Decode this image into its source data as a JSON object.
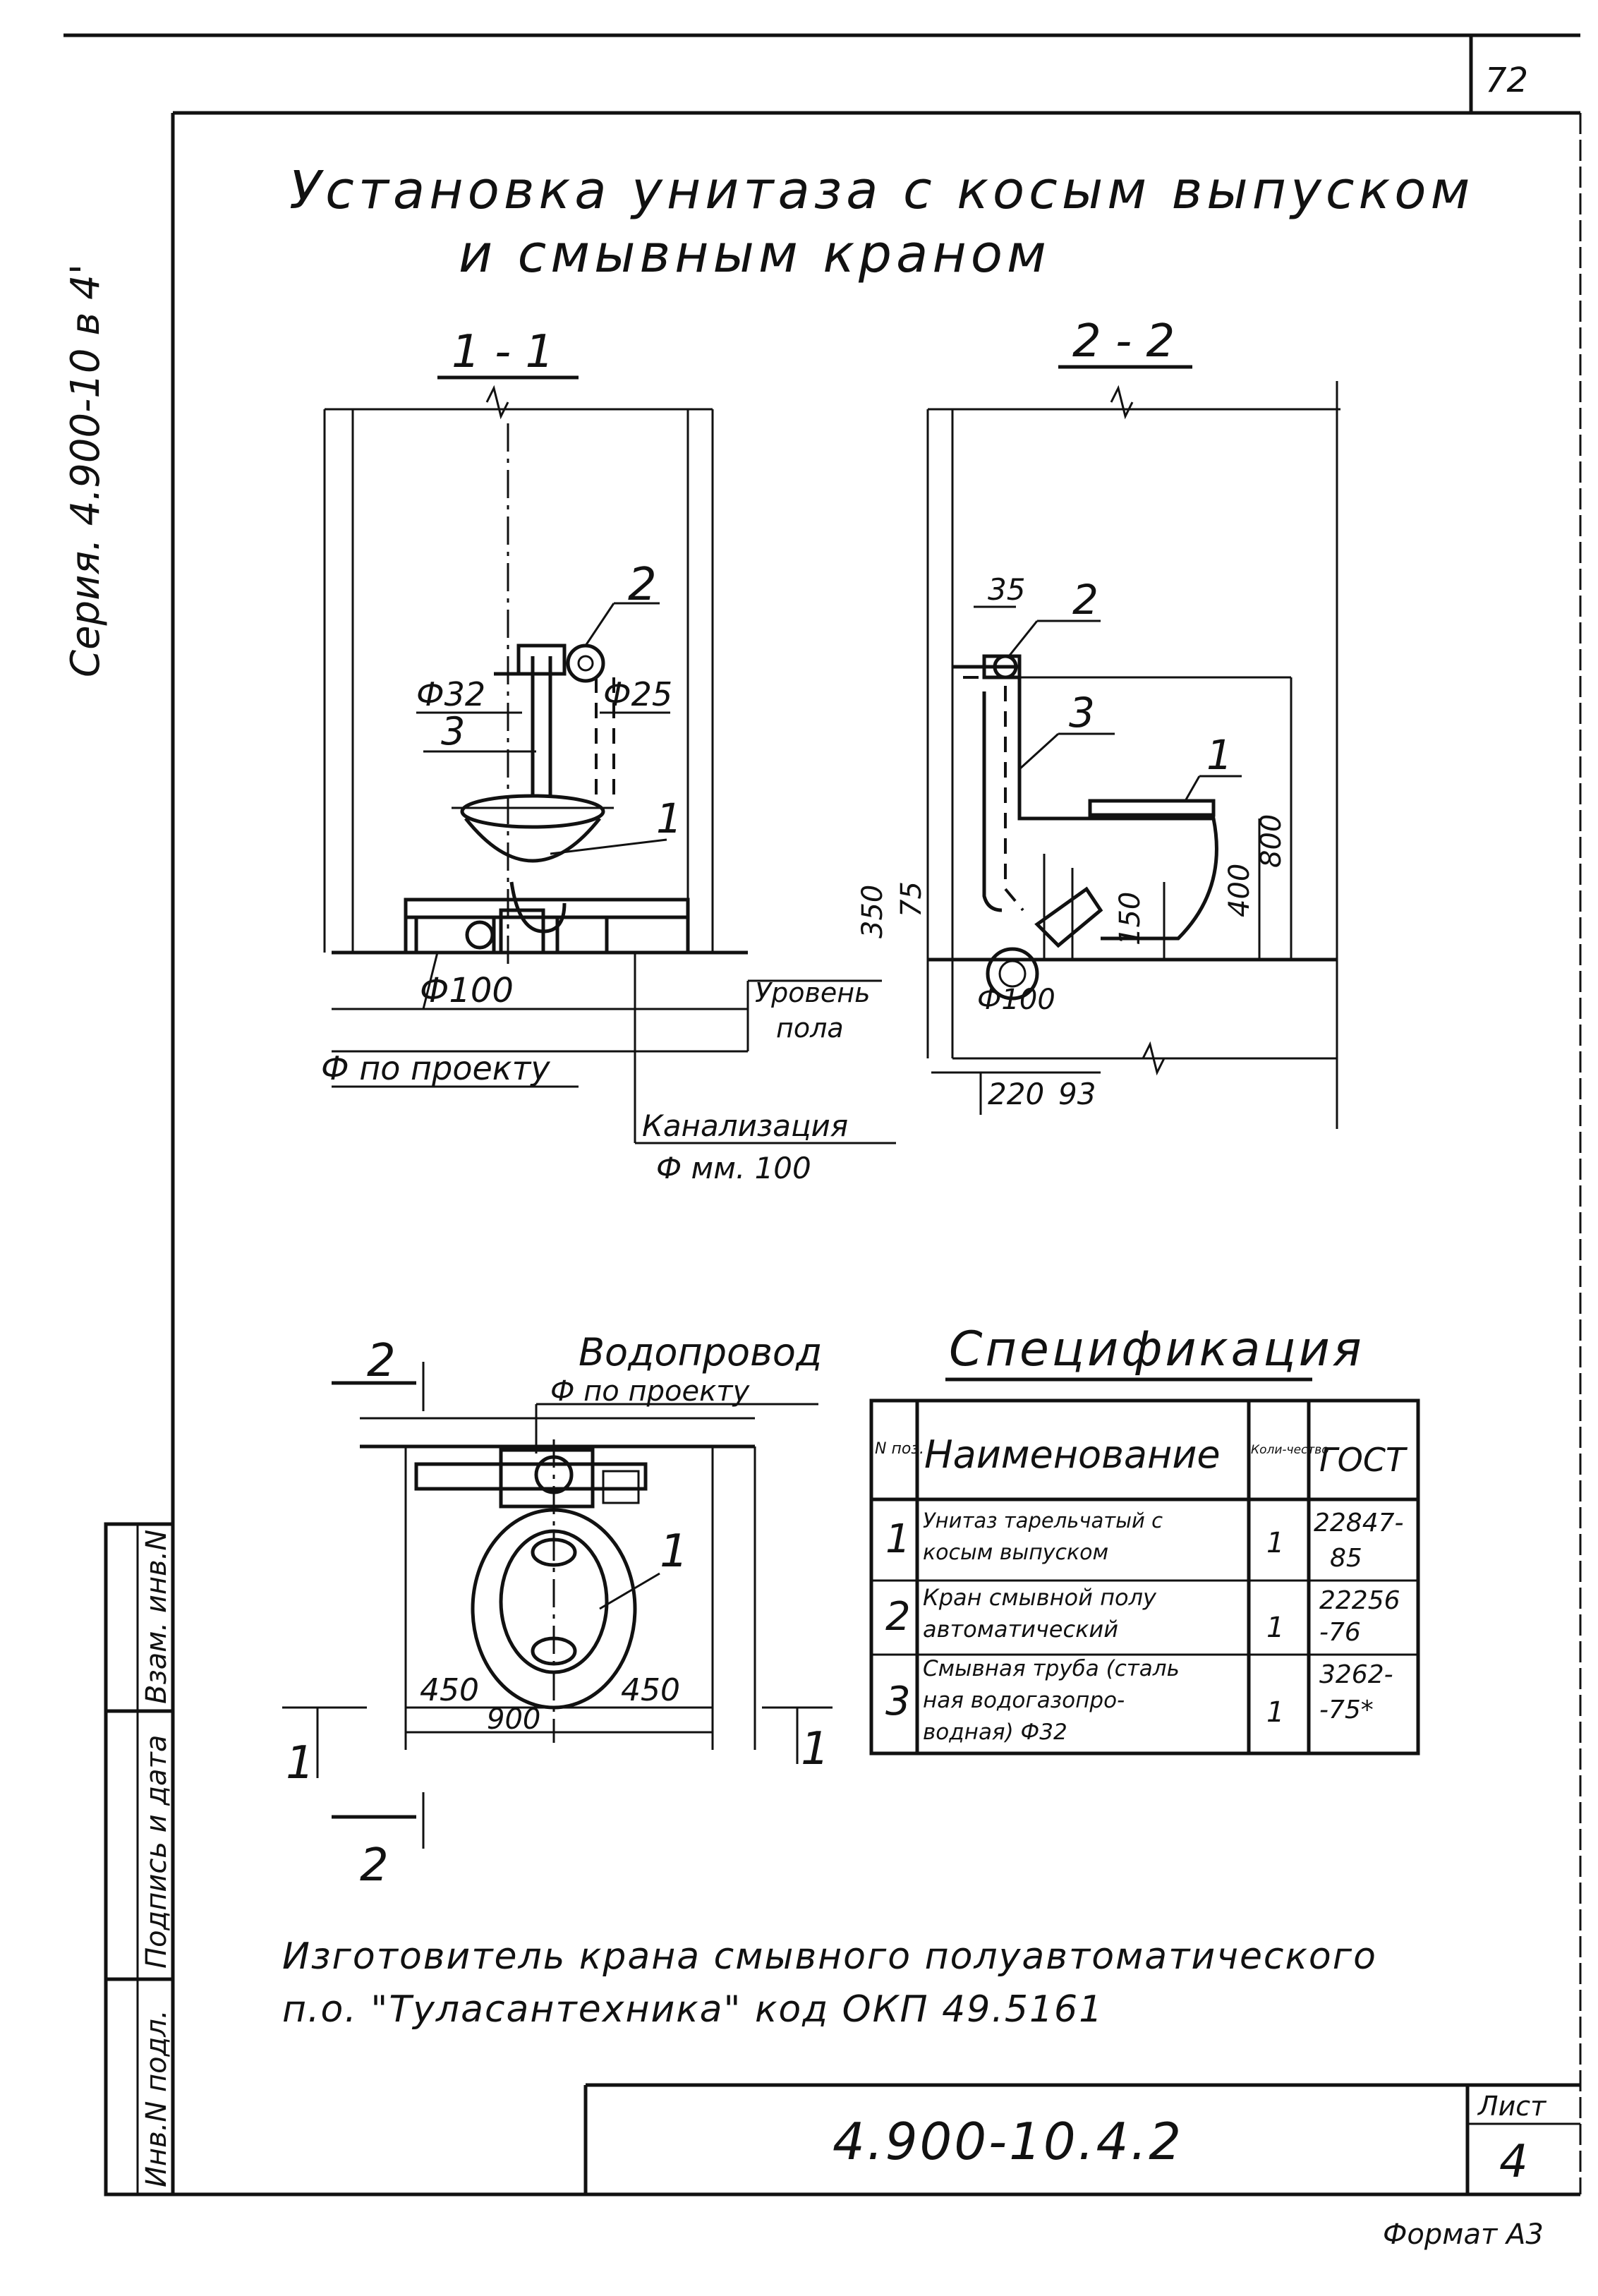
{
  "sheet": {
    "page_number": "72",
    "series_stamp": "Серия. 4.900-10 в 4'",
    "format": "Формат А3"
  },
  "title": {
    "line1": "Установка унитаза с косым выпуском",
    "line2": "и смывным краном"
  },
  "section_1": {
    "label": "1 - 1",
    "callouts": {
      "pos2": "2",
      "dia32": "Ф32",
      "pos3": "3",
      "dia25": "Ф25",
      "pos1": "1",
      "dia100": "Ф100",
      "floor_level_1": "Уровень",
      "floor_level_2": "пола",
      "per_project": "Ф по проекту",
      "sewer_1": "Канализация",
      "sewer_2": "Ф мм. 100"
    }
  },
  "section_2": {
    "label": "2 - 2",
    "callouts": {
      "dim35": "35",
      "pos2": "2",
      "pos3": "3",
      "pos1": "1",
      "dim350": "350",
      "dim75": "75",
      "dim150": "150",
      "dim400": "400",
      "dim800": "800",
      "dia100": "Ф100",
      "dim220": "220",
      "dim93": "93"
    }
  },
  "plan": {
    "section_mark_2": "2",
    "water_supply_1": "Водопровод",
    "water_supply_2": "Ф по проекту",
    "pos1": "1",
    "dim450_left": "450",
    "dim450_right": "450",
    "dim900": "900",
    "section_mark_1_left": "1",
    "section_mark_1_right": "1",
    "section_mark_2_bottom": "2"
  },
  "specification": {
    "title": "Спецификация",
    "headers": [
      "N поз.",
      "Наименование",
      "Коли-чество",
      "ГОСТ"
    ],
    "rows": [
      {
        "pos": "1",
        "name": [
          "Унитаз тарельчатый с",
          "косым выпуском"
        ],
        "qty": "1",
        "gost": [
          "22847-",
          "85"
        ]
      },
      {
        "pos": "2",
        "name": [
          "Кран смывной полу",
          "автоматический"
        ],
        "qty": "1",
        "gost": [
          "22256",
          "-76"
        ]
      },
      {
        "pos": "3",
        "name": [
          "Смывная труба (сталь",
          "ная водогазопро-",
          "водная) Ф32"
        ],
        "qty": "1",
        "gost": [
          "3262-",
          "-75*"
        ]
      }
    ]
  },
  "manufacturer_note": {
    "line1": "Изготовитель крана смывного полуавтоматического",
    "line2": "п.о. \"Туласантехника\" код ОКП 49.5161"
  },
  "stamp": {
    "code": "4.900-10.4.2",
    "sheet_label": "Лист",
    "sheet_number": "4"
  },
  "side_stamp": [
    "Инв.N подл.",
    "Подпись и дата",
    "Взам. инв.N"
  ]
}
